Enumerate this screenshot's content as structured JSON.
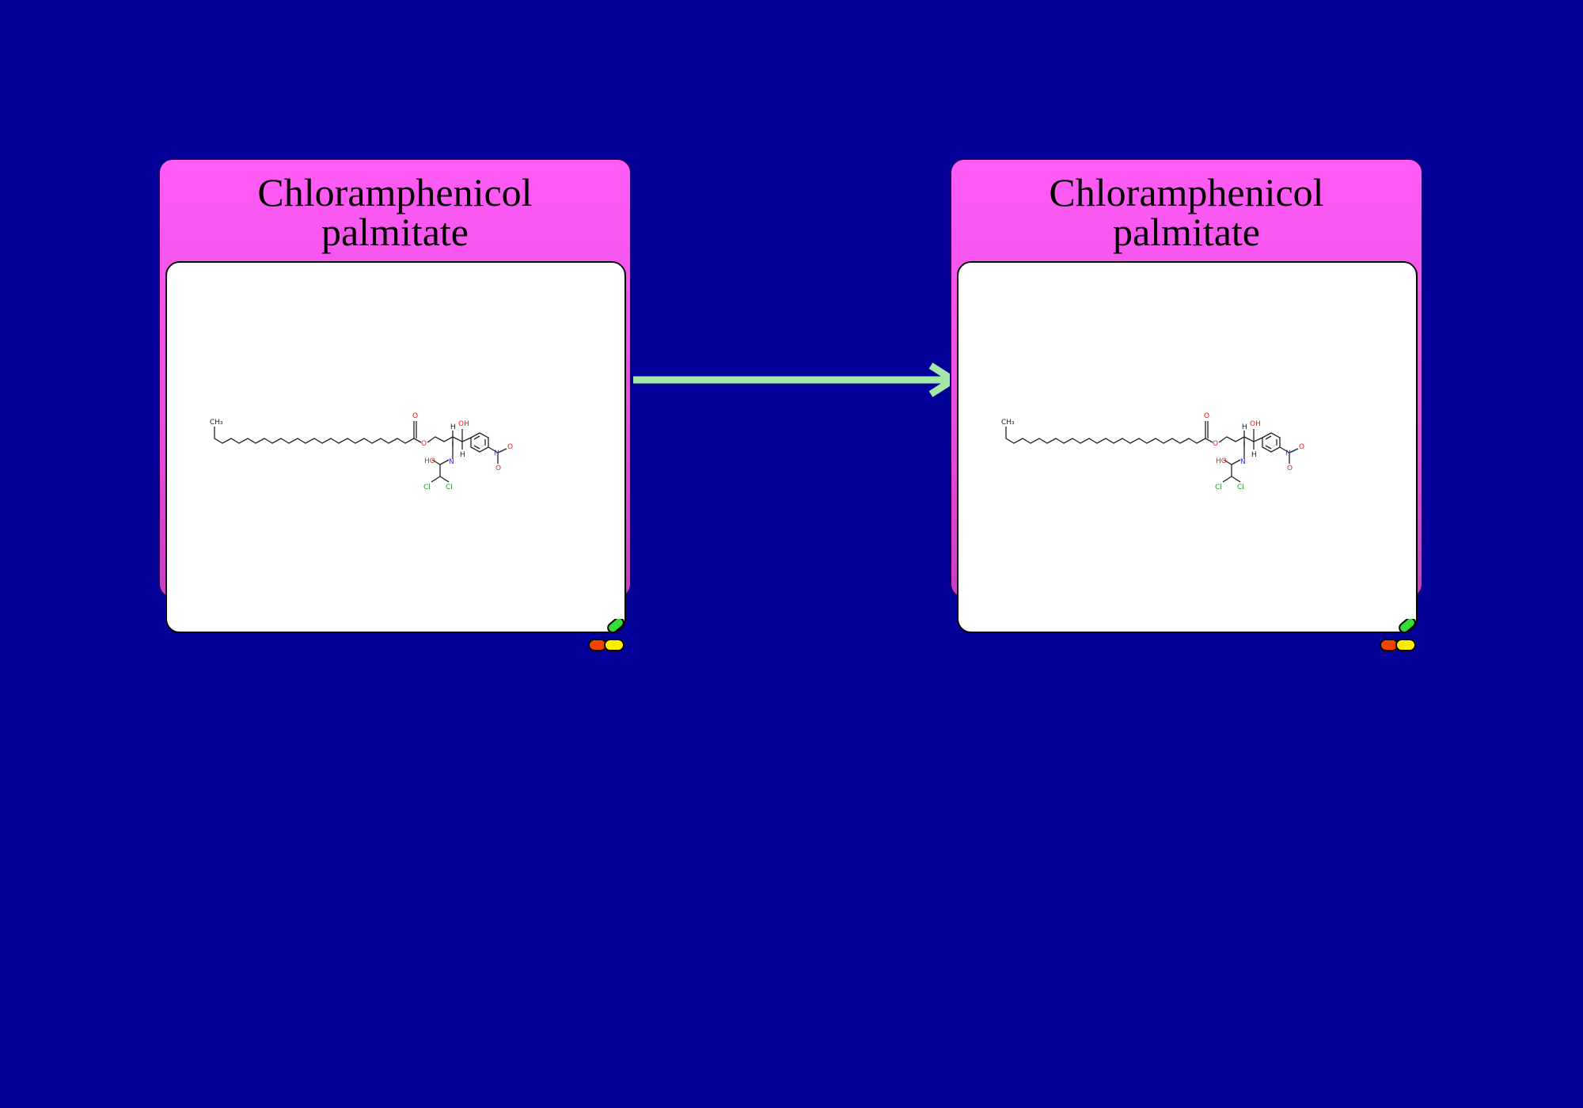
{
  "diagram": {
    "background": "#020099",
    "nodes": [
      {
        "id": "left",
        "title_lines": [
          "Chloramphenicol",
          "palmitate"
        ],
        "color": "#f55cf0",
        "atom_labels": {
          "ch3": "CH₃",
          "o_carbonyl": "O",
          "o_ester": "O",
          "oh": "OH",
          "h_top": "H",
          "h_bottom": "H",
          "n": "N",
          "ho": "HO",
          "cl_left": "Cl",
          "cl_right": "Cl",
          "n_plus": "N⁺",
          "o_nitro_1": "O",
          "o_nitro_2": "O"
        },
        "badge_icon": "pill-icon"
      },
      {
        "id": "right",
        "title_lines": [
          "Chloramphenicol",
          "palmitate"
        ],
        "color": "#f55cf0",
        "atom_labels": {
          "ch3": "CH₃",
          "o_carbonyl": "O",
          "o_ester": "O",
          "oh": "OH",
          "h_top": "H",
          "h_bottom": "H",
          "n": "N",
          "ho": "HO",
          "cl_left": "Cl",
          "cl_right": "Cl",
          "n_plus": "N⁺",
          "o_nitro_1": "O",
          "o_nitro_2": "O"
        },
        "badge_icon": "pill-icon"
      }
    ],
    "edges": [
      {
        "from": "left",
        "to": "right",
        "color": "#a3e8a8",
        "icon": "arrow-icon"
      }
    ]
  }
}
